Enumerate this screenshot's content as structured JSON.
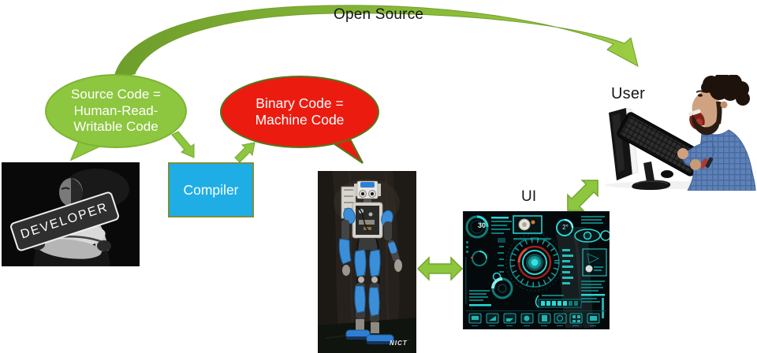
{
  "diagram": {
    "open_source_label": "Open Source",
    "source_bubble": {
      "line1": "Source Code =",
      "line2": "Human-Read-",
      "line3": "Writable Code"
    },
    "binary_bubble": {
      "line1": "Binary Code =",
      "line2": "Machine Code"
    },
    "compiler_label": "Compiler",
    "developer_badge": "DEVELOPER",
    "robot_watermark": "NICT",
    "ui_label": "UI",
    "user_label": "User",
    "hud": {
      "gauge_value": "30",
      "temp_value": "2°"
    }
  },
  "colors": {
    "bubble_green": "#8DC63F",
    "bubble_green_border": "#7EB431",
    "bubble_red": "#EC1B10",
    "bubble_red_border": "#4E7A1E",
    "compiler_fill": "#1FADE6",
    "compiler_border": "#76923C",
    "arrow_green_light": "#9CCC41",
    "arrow_green_dark": "#6E9E2B",
    "hud_teal": "#2AD8D6",
    "hud_red": "#B3241B",
    "label_text": "#161616",
    "bubble_text": "#FFFFFF"
  }
}
